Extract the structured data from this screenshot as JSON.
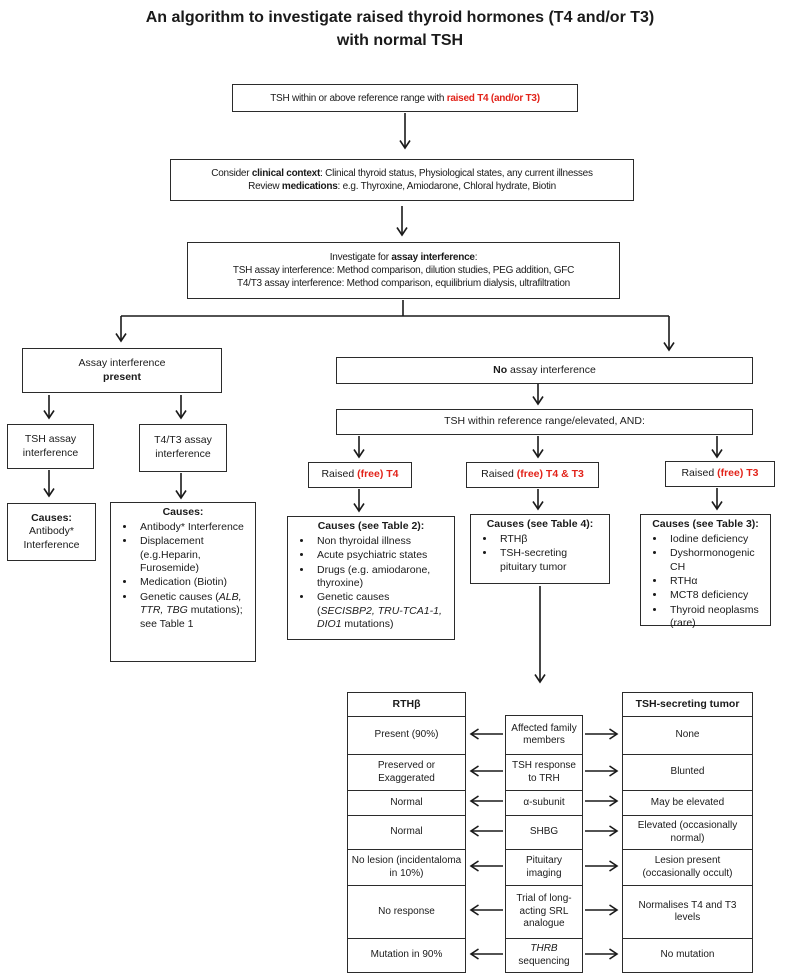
{
  "title": {
    "line1": "An algorithm to investigate raised thyroid hormones (T4 and/or T3)",
    "line2": "with normal TSH"
  },
  "colors": {
    "accent_red": "#e2231a",
    "line_black": "#1a1a1a"
  },
  "flow": {
    "start": {
      "pre": "TSH within or above reference range with ",
      "highlight": "raised T4 (and/or T3)"
    },
    "context": {
      "l1_pre": "Consider ",
      "l1_bold": "clinical context",
      "l1_rest": ": Clinical thyroid status, Physiological states, any current illnesses",
      "l2_pre": "Review ",
      "l2_bold": "medications",
      "l2_rest": ": e.g. Thyroxine, Amiodarone, Chloral hydrate, Biotin"
    },
    "investigate": {
      "l1_pre": "Investigate for ",
      "l1_bold": "assay interference",
      "l1_rest": ":",
      "l2": "TSH assay interference:  Method comparison, dilution studies, PEG addition, GFC",
      "l3": "T4/T3 assay interference: Method comparison, equilibrium dialysis, ultrafiltration"
    }
  },
  "left": {
    "present": {
      "line1": "Assay interference",
      "line2": "present"
    },
    "tsh_assay": "TSH assay interference",
    "t4t3_assay": "T4/T3 assay interference",
    "causes_tsh": {
      "title": "Causes:",
      "line1": "Antibody*",
      "line2": "Interference"
    },
    "causes_t4t3": {
      "title": "Causes:",
      "items": [
        "Antibody* Interference",
        "Displacement (e.g.Heparin, Furosemide)",
        "Medication (Biotin)"
      ],
      "genetic_pre": "Genetic causes (",
      "genetic_italic": "ALB, TTR, TBG",
      "genetic_post": " mutations); see Table 1"
    }
  },
  "right": {
    "no_interference": {
      "bold": "No",
      "rest": " assay interference"
    },
    "tsh_range": "TSH within reference range/elevated, AND:",
    "raised_t4": {
      "pre": "Raised ",
      "red": "(free) T4"
    },
    "raised_t4t3": {
      "pre": "Raised ",
      "red": "(free) T4 & T3"
    },
    "raised_t3": {
      "pre": "Raised ",
      "red": "(free) T3"
    },
    "causes_t2": {
      "title": "Causes (see Table 2):",
      "items": [
        "Non thyroidal illness",
        "Acute psychiatric states",
        "Drugs (e.g. amiodarone, thyroxine)"
      ],
      "genetic_pre": "Genetic causes (",
      "genetic_italic": "SECISBP2, TRU-TCA1-1, DIO1",
      "genetic_post": " mutations)"
    },
    "causes_t4": {
      "title": "Causes (see Table 4):",
      "items": [
        "RTHβ",
        "TSH-secreting pituitary tumor"
      ]
    },
    "causes_t3": {
      "title": "Causes (see Table 3):",
      "items": [
        "Iodine deficiency",
        "Dyshormonogenic CH",
        "RTHα",
        "MCT8 deficiency",
        "Thyroid neoplasms (rare)"
      ]
    }
  },
  "comparison_table": {
    "left_header": "RTHβ",
    "right_header": "TSH-secreting tumor",
    "rows": [
      {
        "left": "Present (90%)",
        "mid": "Affected family members",
        "right": "None"
      },
      {
        "left": "Preserved or Exaggerated",
        "mid": "TSH response to TRH",
        "right": "Blunted"
      },
      {
        "left": "Normal",
        "mid": "α-subunit",
        "right": "May be elevated"
      },
      {
        "left": "Normal",
        "mid": "SHBG",
        "right": "Elevated (occasionally normal)"
      },
      {
        "left": "No lesion (incidentaloma in 10%)",
        "mid": "Pituitary imaging",
        "right": "Lesion present (occasionally occult)"
      },
      {
        "left": "No response",
        "mid": "Trial of long-acting SRL analogue",
        "right": "Normalises T4 and T3 levels"
      },
      {
        "left": "Mutation in 90%",
        "mid_italic": "THRB",
        "mid_rest": "sequencing",
        "right": "No mutation"
      }
    ]
  }
}
